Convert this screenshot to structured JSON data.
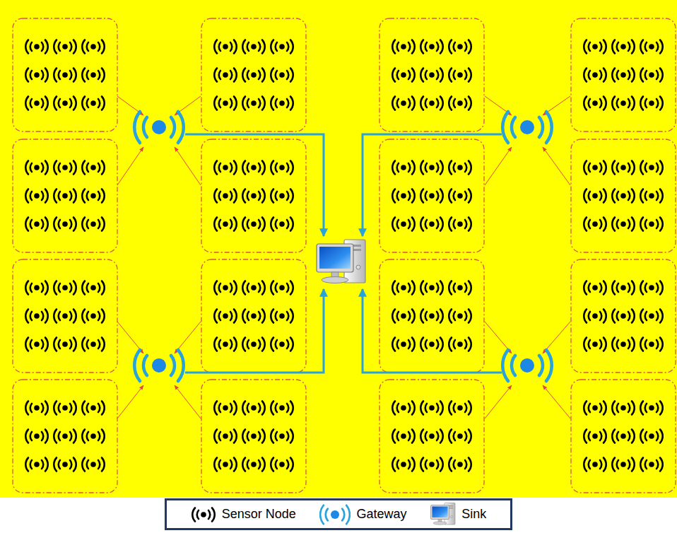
{
  "diagram": {
    "legend": [
      {
        "text": "Sensor Node"
      },
      {
        "text": "Gateway"
      },
      {
        "text": "Sink"
      }
    ]
  }
}
